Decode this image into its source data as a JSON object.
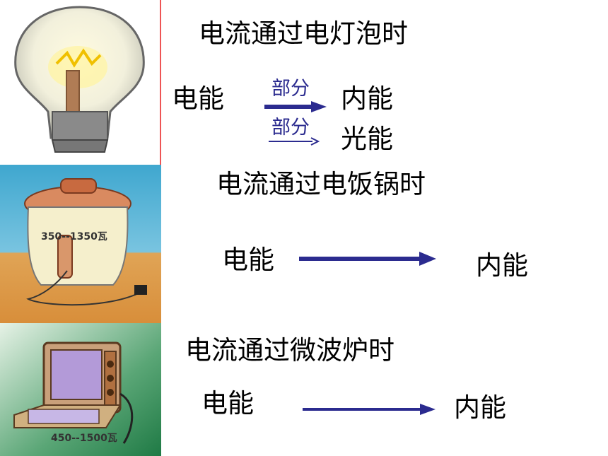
{
  "panels": {
    "bulb": {},
    "cooker": {
      "power_label": "350--1350瓦"
    },
    "microwave": {
      "power_label": "450--1500瓦"
    }
  },
  "sections": {
    "bulb": {
      "title": "电流通过电灯泡时",
      "source": "电能",
      "arrow1_label": "部分",
      "target1": "内能",
      "arrow2_label": "部分",
      "target2": "光能"
    },
    "cooker": {
      "title": "电流通过电饭锅时",
      "source": "电能",
      "target": "内能"
    },
    "microwave": {
      "title": "电流通过微波炉时",
      "source": "电能",
      "target": "内能"
    }
  },
  "colors": {
    "arrow": "#2b2b8f",
    "divider": "#ee5555"
  }
}
